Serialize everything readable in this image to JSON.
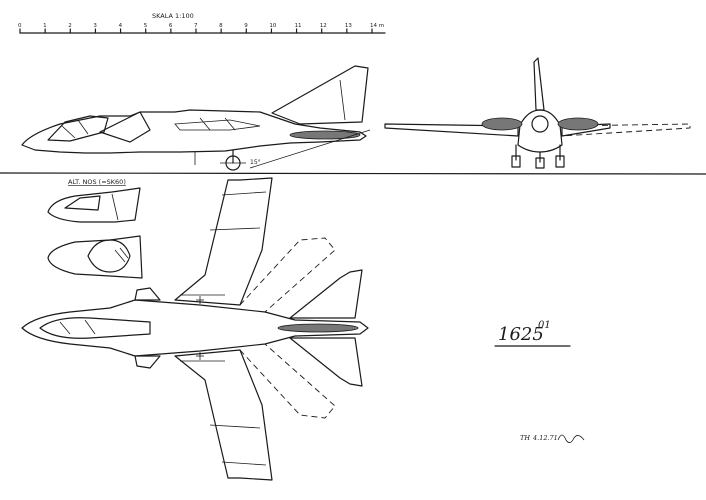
{
  "scale": {
    "title": "SKALA 1:100",
    "ticks": [
      "0",
      "1",
      "2",
      "3",
      "4",
      "5",
      "6",
      "7",
      "8",
      "9",
      "10",
      "11",
      "12",
      "13",
      "14 m"
    ]
  },
  "drawing_number": {
    "main": "1625",
    "suffix": "01"
  },
  "alt_label": "ALT. NOS (=SK60)",
  "angle_label": "15°",
  "signature": {
    "initials": "TH",
    "date": "4.12.71"
  }
}
